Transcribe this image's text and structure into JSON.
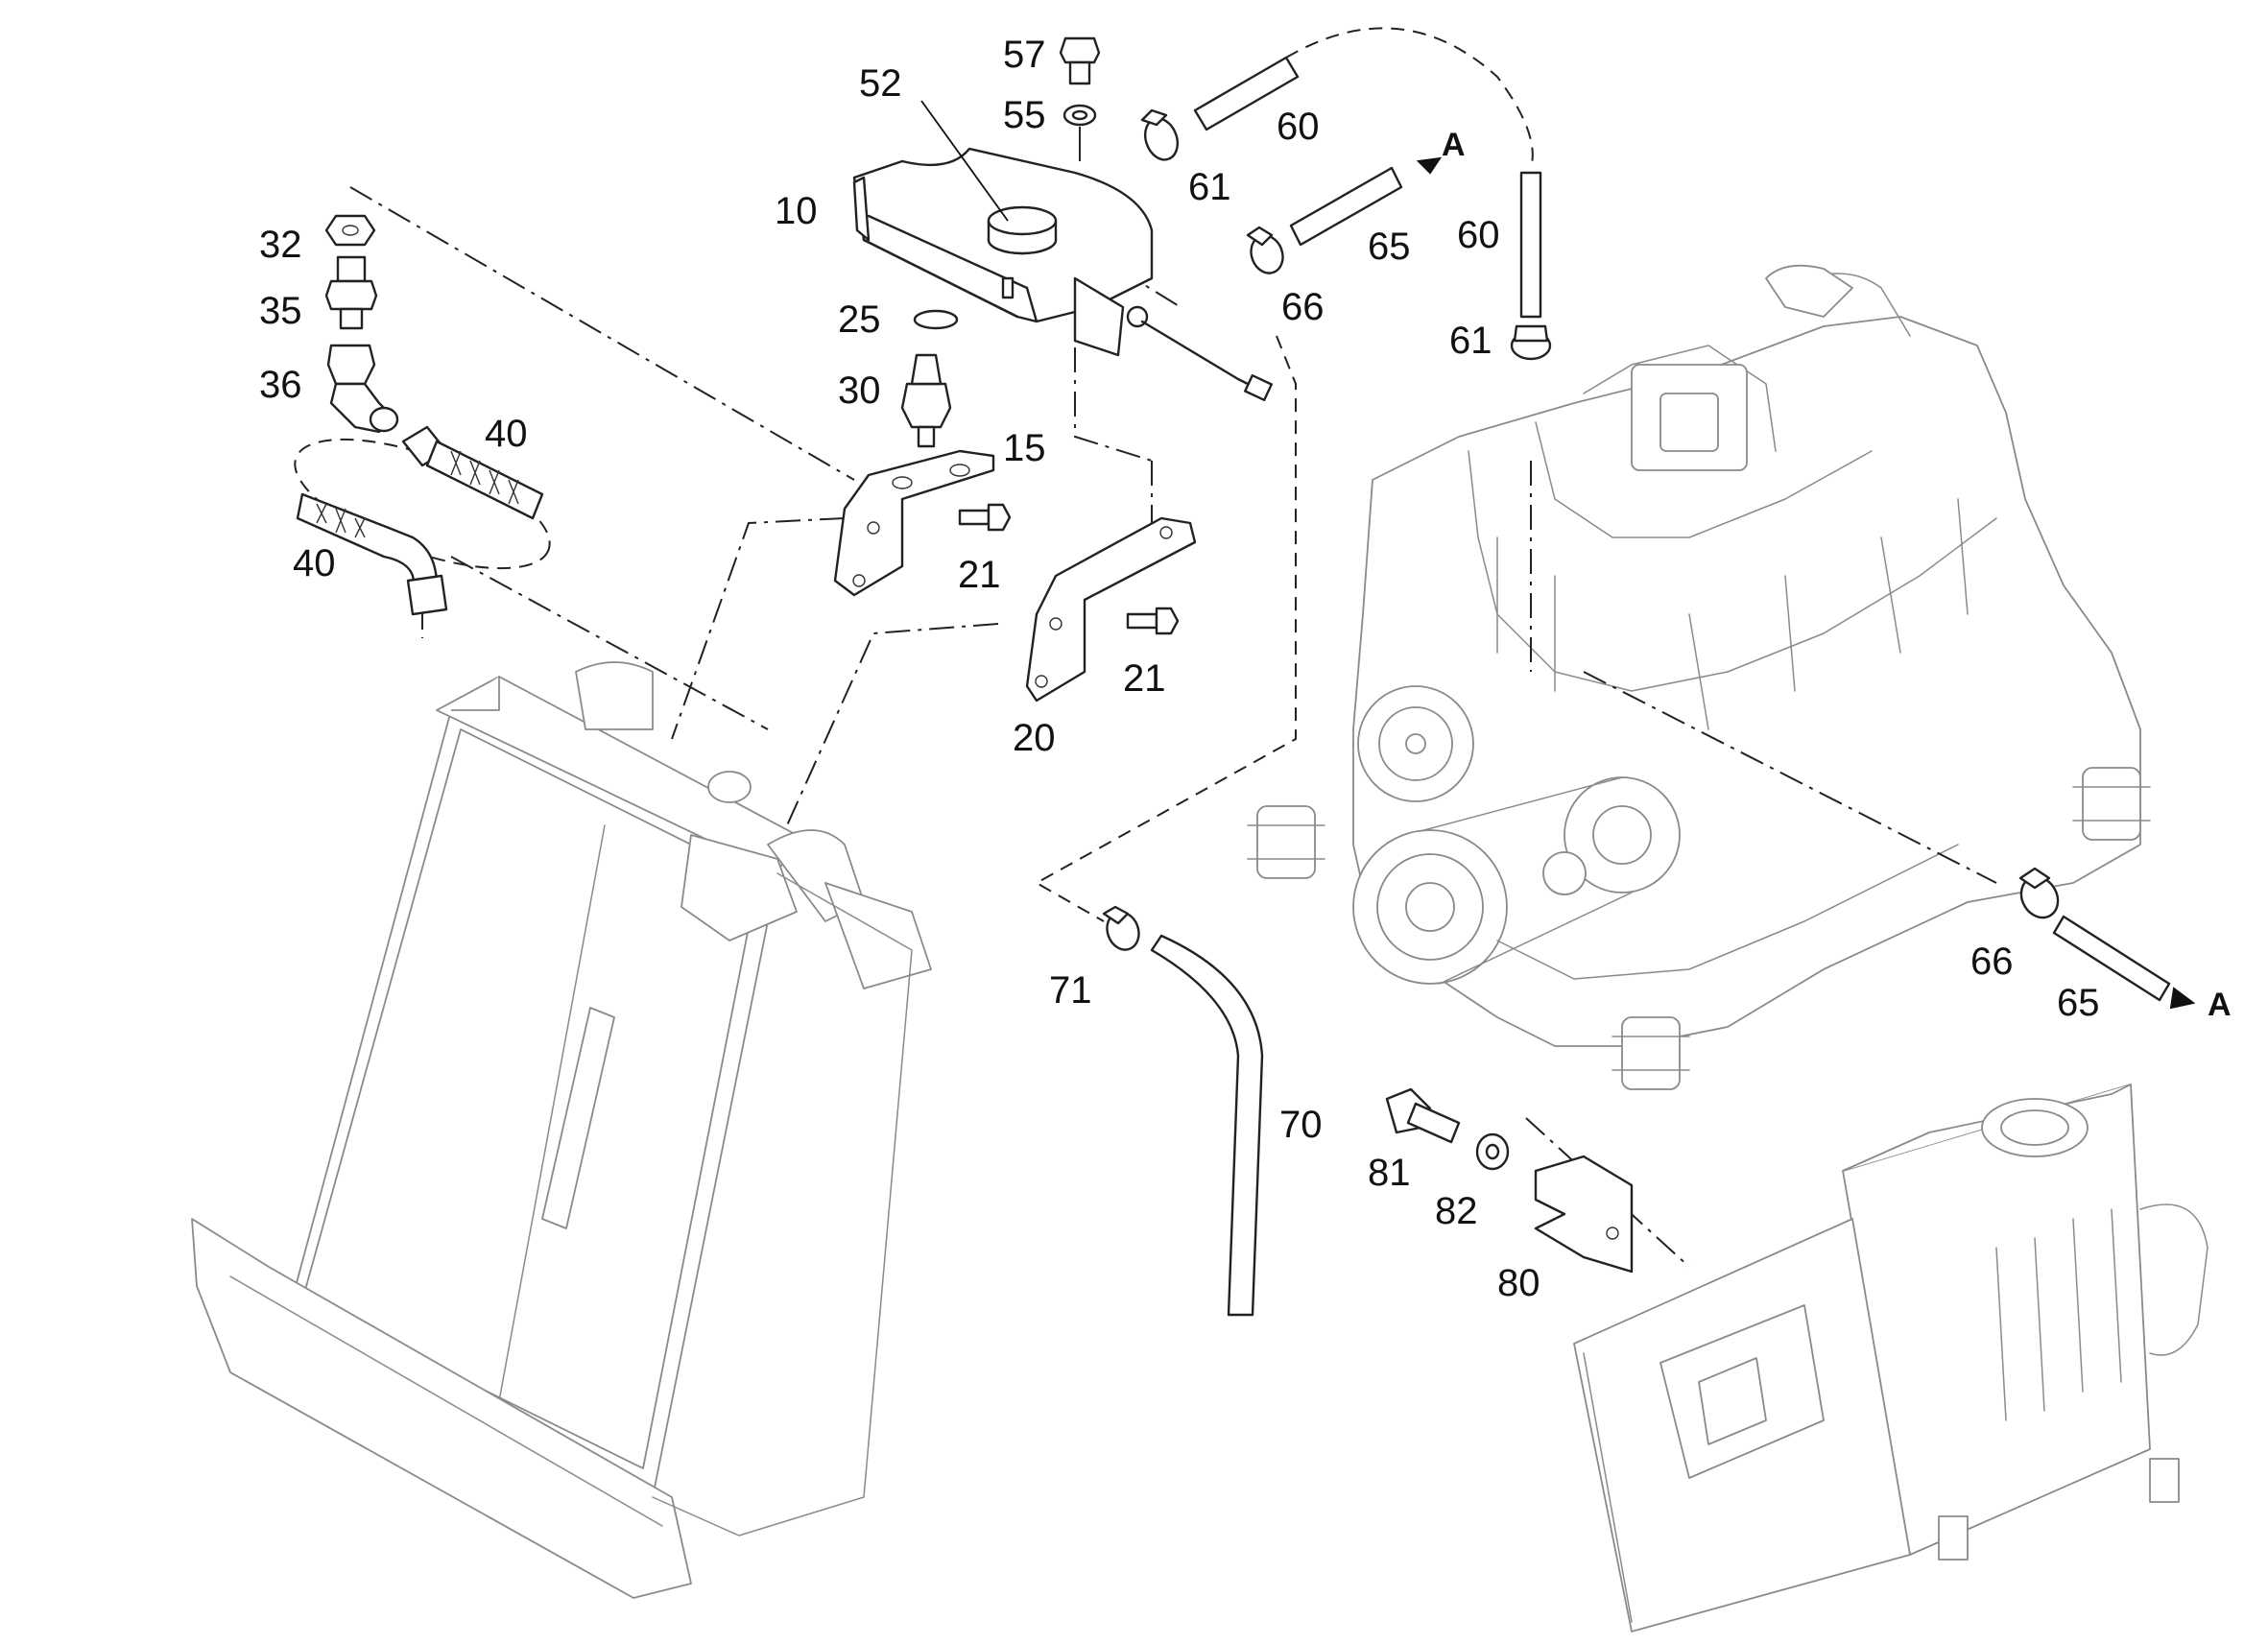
{
  "callouts": {
    "p10": "10",
    "p15": "15",
    "p20": "20",
    "p21a": "21",
    "p21b": "21",
    "p25": "25",
    "p30": "30",
    "p32": "32",
    "p35": "35",
    "p36": "36",
    "p40a": "40",
    "p40b": "40",
    "p52": "52",
    "p55": "55",
    "p57": "57",
    "p60a": "60",
    "p60b": "60",
    "p61a": "61",
    "p61b": "61",
    "p65a": "65",
    "p65b": "65",
    "p66a": "66",
    "p66b": "66",
    "p70": "70",
    "p71": "71",
    "p80": "80",
    "p81": "81",
    "p82": "82"
  },
  "arrow_refs": {
    "a1": "A",
    "a2": "A"
  },
  "colors": {
    "line": "#222222",
    "ghost": "#8a8a8a",
    "background": "#ffffff"
  }
}
